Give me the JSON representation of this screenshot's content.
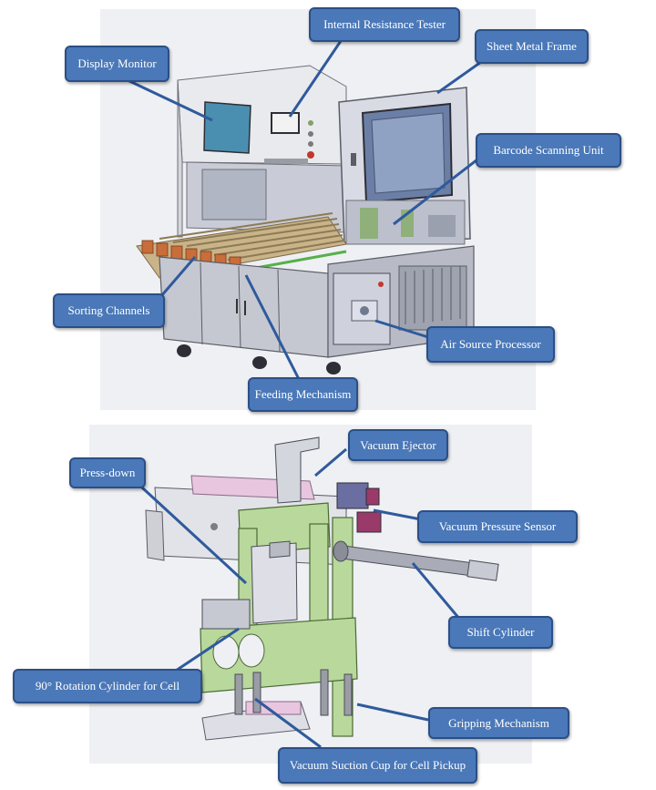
{
  "labels": {
    "internal_resistance_tester": "Internal Resistance Tester",
    "display_monitor": "Display Monitor",
    "sheet_metal_frame": "Sheet Metal Frame",
    "barcode_scanning_unit": "Barcode Scanning Unit",
    "sorting_channels": "Sorting Channels",
    "air_source_processor": "Air Source Processor",
    "feeding_mechanism": "Feeding Mechanism",
    "vacuum_ejector": "Vacuum Ejector",
    "press_down": "Press-down",
    "vacuum_pressure_sensor": "Vacuum Pressure Sensor",
    "shift_cylinder": "Shift Cylinder",
    "rotation_cylinder": "90°  Rotation Cylinder for Cell",
    "gripping_mechanism": "Gripping Mechanism",
    "vacuum_suction_cup": "Vacuum Suction Cup for Cell Pickup"
  },
  "colors": {
    "callout_fill": "#4a78b8",
    "callout_border": "#2b4f86",
    "leader_line": "#2f5a9c",
    "frame_grey": "#a9acb6",
    "green_part": "#b9d89c",
    "pink_part": "#e8c6e0",
    "orange_channel": "#c96d3a"
  }
}
